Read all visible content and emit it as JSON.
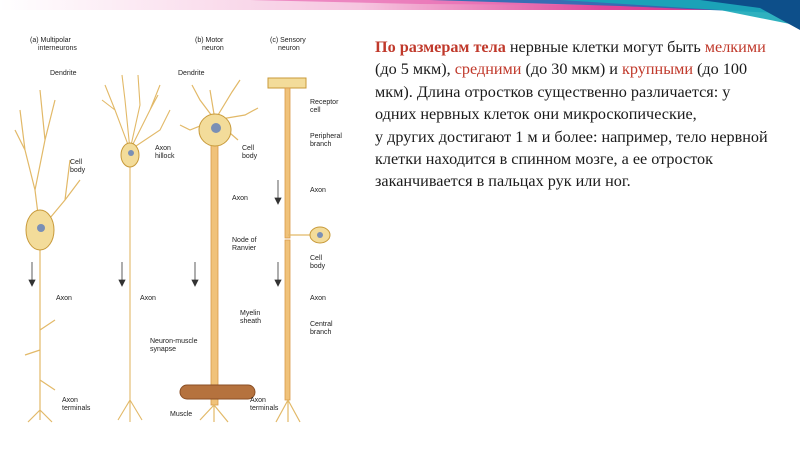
{
  "colors": {
    "accent_red": "#c0392b",
    "banner_magenta": "#e0489a",
    "banner_blue": "#1a6fb5",
    "banner_teal": "#18a9b8",
    "neuron_fill": "#f3dc9a",
    "neuron_stroke": "#c89a3a",
    "axon_color": "#e9a95a",
    "nucleus": "#7a8fb5"
  },
  "figure": {
    "panel_a_header": "(a) Multipolar",
    "panel_a_header2": "interneurons",
    "panel_b_header": "(b) Motor",
    "panel_b_header2": "neuron",
    "panel_c_header": "(c) Sensory",
    "panel_c_header2": "neuron",
    "labels": {
      "dendrite_a": "Dendrite",
      "cell_body_a1": "Cell",
      "cell_body_a2": "body",
      "axon_a": "Axon",
      "axon_a2": "Axon",
      "axon_terminals_a1": "Axon",
      "axon_terminals_a2": "terminals",
      "dendrite_b": "Dendrite",
      "axon_hillock_1": "Axon",
      "axon_hillock_2": "hillock",
      "cell_body_b1": "Cell",
      "cell_body_b2": "body",
      "axon_b": "Axon",
      "node_1": "Node of",
      "node_2": "Ranvier",
      "myelin_1": "Myelin",
      "myelin_2": "sheath",
      "nm_synapse_1": "Neuron-muscle",
      "nm_synapse_2": "synapse",
      "muscle": "Muscle",
      "axon_terminals_b1": "Axon",
      "axon_terminals_b2": "terminals",
      "receptor_1": "Receptor",
      "receptor_2": "cell",
      "peripheral_1": "Peripheral",
      "peripheral_2": "branch",
      "axon_c1": "Axon",
      "cell_body_c1": "Cell",
      "cell_body_c2": "body",
      "axon_c2": "Axon",
      "central_1": "Central",
      "central_2": "branch"
    }
  },
  "text": {
    "p1_bold_hl": "По размерам тела",
    "p1_a": " нервные клетки могут быть ",
    "p1_small": "мелкими",
    "p1_b": " (до 5 мкм), ",
    "p1_medium": "средними",
    "p1_c": " (до 30 мкм) и ",
    "p1_large": "крупными",
    "p1_d": " (до 100 мкм). Длина отростков существенно различается: у одних нервных клеток они микроскопические,",
    "p2": "у других достигают 1 м и более: например, тело нервной клетки находится в спинном мозге, а ее отросток заканчивается в пальцах рук или ног."
  }
}
